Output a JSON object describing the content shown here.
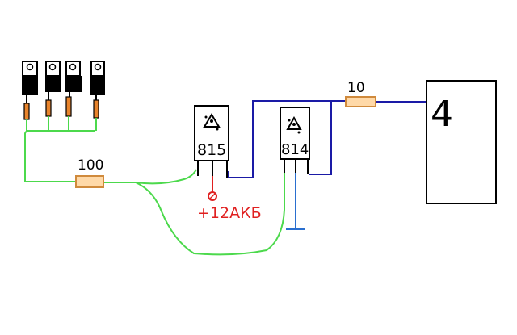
{
  "labels": {
    "resistor_main": "100",
    "resistor_load": "10",
    "transistor_a": "815",
    "transistor_b": "814",
    "supply": "+12АКБ",
    "load": "4"
  },
  "colors": {
    "green_wire": "#4cd94c",
    "blue_wire": "#1a1aa6",
    "ground_blue": "#2a6fcf",
    "resistor_fill": "#ffd9a8",
    "resistor_outline": "#d08a3c",
    "small_resistor_fill": "#e8842c",
    "transistor_body": "#000000",
    "supply_red": "#e02020",
    "outline": "#000000"
  },
  "icons": {
    "transistor_pinout": "triangle-dots-icon",
    "ground": "ground-icon",
    "terminal": "terminal-circle-icon"
  }
}
